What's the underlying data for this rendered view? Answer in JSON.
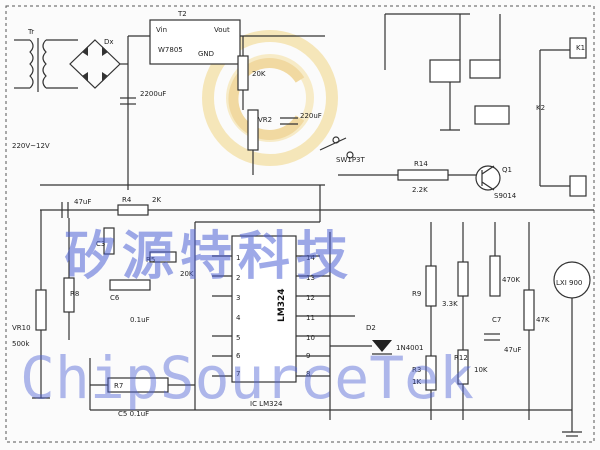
{
  "labels": {
    "transformer": "Tr",
    "input_voltage": "220V~12V",
    "bridge": "Dx",
    "c1_value": "2200uF",
    "regulator_ref": "T2",
    "regulator_vin": "Vin",
    "regulator_vout": "Vout",
    "regulator_part": "W7805",
    "regulator_gnd": "GND",
    "r1_value": "20K",
    "c2_value": "220uF",
    "vr2": "VR2",
    "switch_label": "SW1P3T",
    "r14": "R14",
    "r14_value": "2.2K",
    "q1": "Q1",
    "q1_part": "S9014",
    "relay_k1": "K1",
    "relay_k2": "K2",
    "c4_value": "47uF",
    "r4": "R4",
    "r4_value": "2K",
    "c3": "C3",
    "r5": "R5",
    "r8": "R8",
    "r6_value": "20K",
    "c6": "C6",
    "c6_value": "0.1uF",
    "vr10": "VR10",
    "vr10_value": "500k",
    "ic": "LM324",
    "ic_bottom": "IC LM324",
    "d2": "D2",
    "d1_part": "1N4001",
    "r9": "R9",
    "r9_value": "3.3K",
    "r3": "R3",
    "r3_value": "1K",
    "r12": "R12",
    "r12_value": "10K",
    "c7": "C7",
    "c7_value": "47uF",
    "r15_value": "470K",
    "r16_value": "47K",
    "c5": "C5",
    "c5_value": "C5 0.1uF",
    "r7": "R7",
    "speaker": "LXI 900",
    "pin_labels": [
      "1",
      "2",
      "3",
      "4",
      "5",
      "6",
      "7",
      "14",
      "13",
      "12",
      "11",
      "10",
      "9",
      "8"
    ],
    "watermark_cn": "矽源特科技",
    "watermark_en": "ChipSourceTek"
  }
}
